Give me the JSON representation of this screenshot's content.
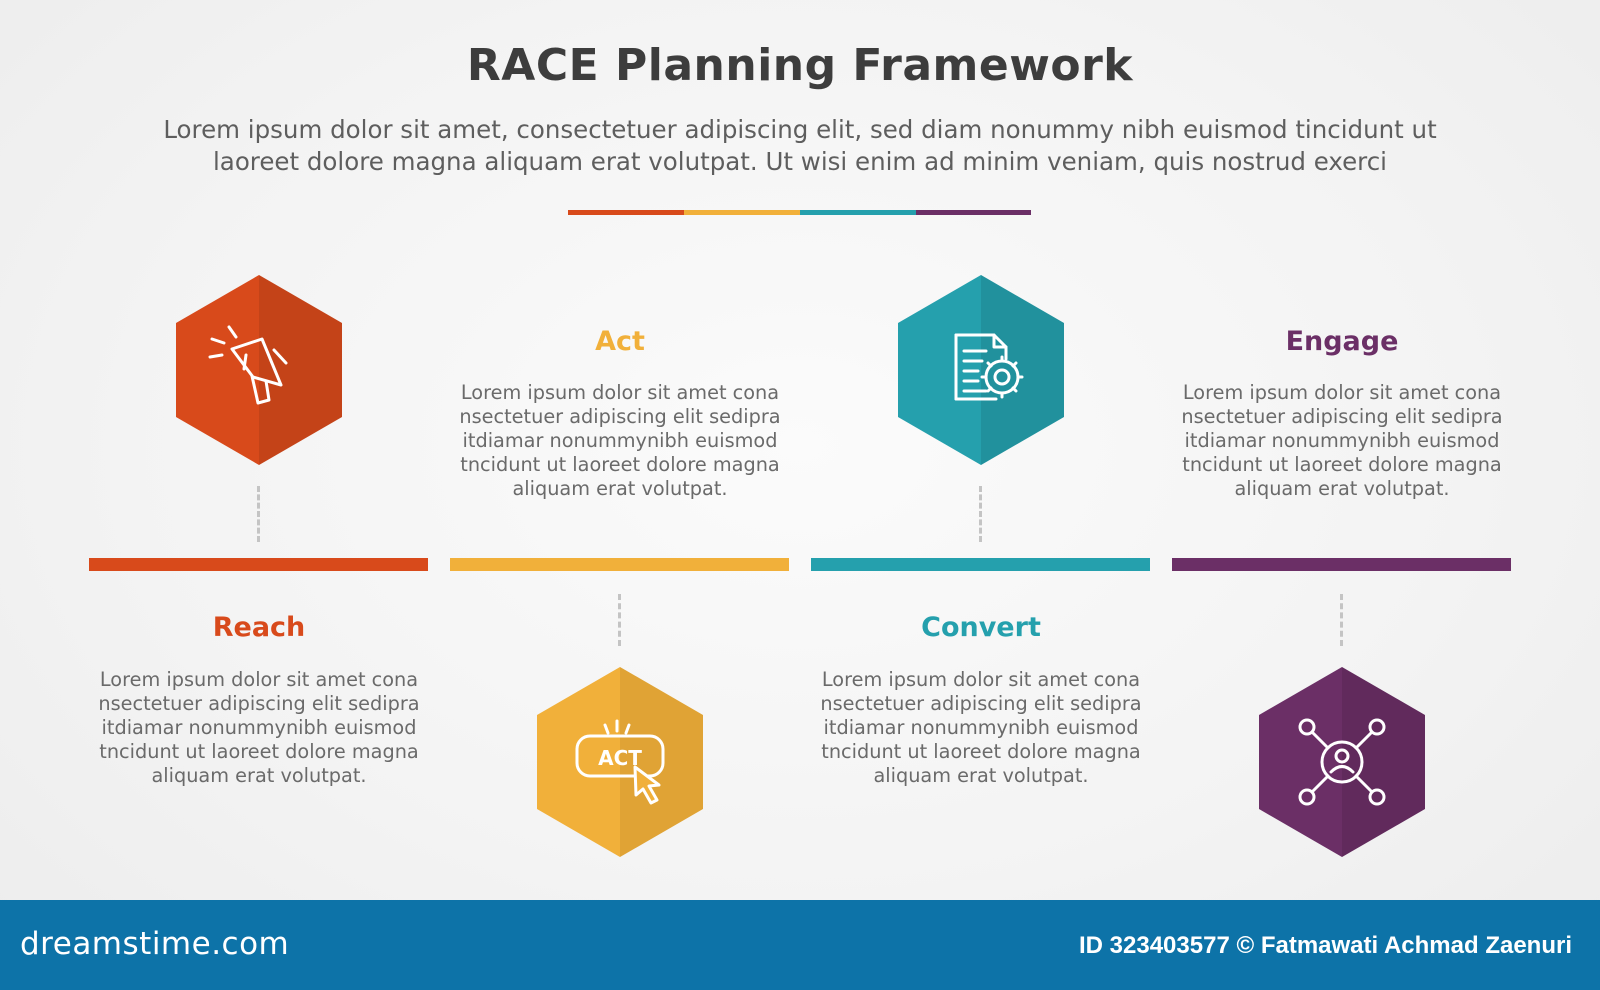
{
  "header": {
    "title": "RACE Planning Framework",
    "subtitle_line1": "Lorem ipsum dolor sit amet, consectetuer adipiscing elit, sed diam nonummy nibh euismod tincidunt ut",
    "subtitle_line2": "laoreet dolore magna aliquam erat volutpat. Ut wisi enim ad minim veniam, quis nostrud exerci"
  },
  "colors": {
    "reach": "#d84a1b",
    "act": "#f1b03a",
    "convert": "#25a0ad",
    "engage": "#6b2f66",
    "title_text": "#3d3d3d",
    "body_text": "#6a6a6a",
    "footer_bg": "#0d73a8"
  },
  "stages": [
    {
      "title": "Reach",
      "icon": "megaphone-icon",
      "description_lines": [
        "Lorem ipsum dolor sit amet cona",
        "nsectetuer adipiscing elit sedipra",
        "itdiamar nonummynibh euismod",
        "tncidunt ut laoreet dolore magna",
        "aliquam erat volutpat."
      ]
    },
    {
      "title": "Act",
      "icon": "act-click-icon",
      "icon_text": "ACT",
      "description_lines": [
        "Lorem ipsum dolor sit amet cona",
        "nsectetuer adipiscing elit sedipra",
        "itdiamar nonummynibh euismod",
        "tncidunt ut laoreet dolore magna",
        "aliquam erat volutpat."
      ]
    },
    {
      "title": "Convert",
      "icon": "document-gear-icon",
      "description_lines": [
        "Lorem ipsum dolor sit amet cona",
        "nsectetuer adipiscing elit sedipra",
        "itdiamar nonummynibh euismod",
        "tncidunt ut laoreet dolore magna",
        "aliquam erat volutpat."
      ]
    },
    {
      "title": "Engage",
      "icon": "user-network-icon",
      "description_lines": [
        "Lorem ipsum dolor sit amet cona",
        "nsectetuer adipiscing elit sedipra",
        "itdiamar nonummynibh euismod",
        "tncidunt ut laoreet dolore magna",
        "aliquam erat volutpat."
      ]
    }
  ],
  "footer": {
    "brand": "dreamstime.com",
    "credit": "ID 323403577 © Fatmawati  Achmad Zaenuri"
  }
}
